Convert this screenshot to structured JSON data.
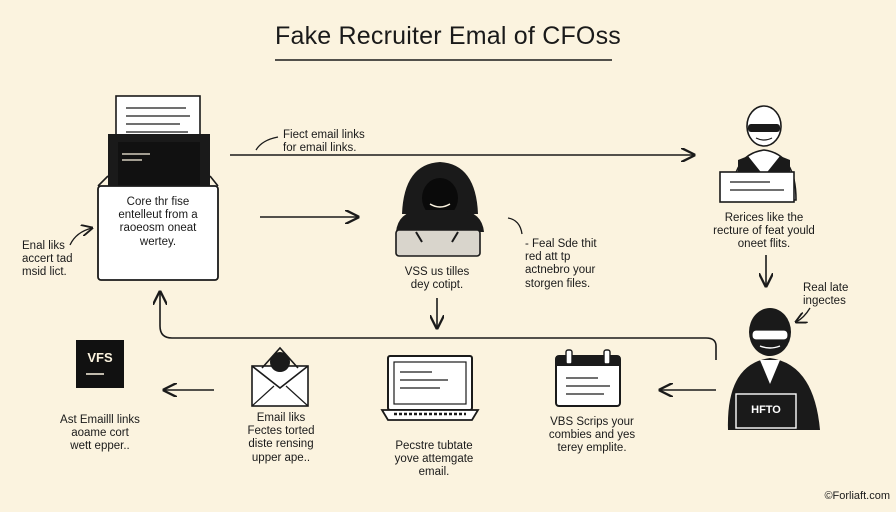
{
  "title": "Fake Recruiter Emal of CFOss",
  "labels": {
    "top_arrow": "Fiect email links\nfor email links.",
    "doc_box": "Core thr fise\nentelleut from a\nraoeosm oneat\nwertey.",
    "left_side": "Enal liks\naccert tad\nmsid lict.",
    "hacker_caption": "VSS us tilles\ndey cotipt.",
    "feal_note": "- Feal Sde thit\nred att tp\nactnebro your\nstorgen files.",
    "cfo_top": "Rerices like the\nrecture of feat yould\noneet flits.",
    "real_late": "Real late\ningectes",
    "vfs_caption": "Ast Emailll links\naoame cort\nwett epper..",
    "email_caption": "Email liks\nFectes torted\ndiste rensing\nupper ape..",
    "laptop_caption": "Pecstre tubtate\nyove attemgate\nemail.",
    "folder_caption": "VBS Scrips your\ncombies and yes\nterey emplite.",
    "vfs_icon": "VFS",
    "badge": "HFTO",
    "credit": "©Forliaft.com"
  },
  "colors": {
    "background": "#fbf3df",
    "ink": "#1a1a1a",
    "paper": "#ffffff"
  }
}
